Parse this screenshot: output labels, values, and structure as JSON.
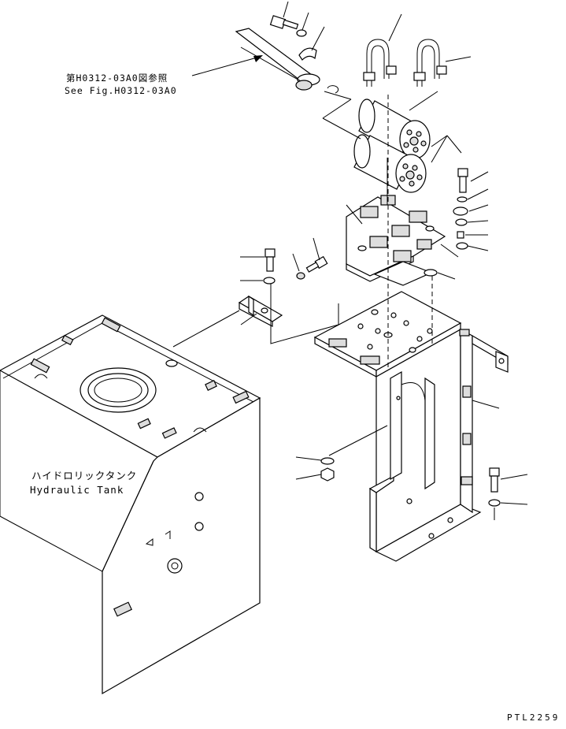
{
  "reference": {
    "jp": "第H0312-03A0図参照",
    "en": "See Fig.H0312-03A0"
  },
  "tank_label": {
    "jp": "ハイドロリックタンク",
    "en": "Hydraulic Tank"
  },
  "page_code": "PTL2259"
}
